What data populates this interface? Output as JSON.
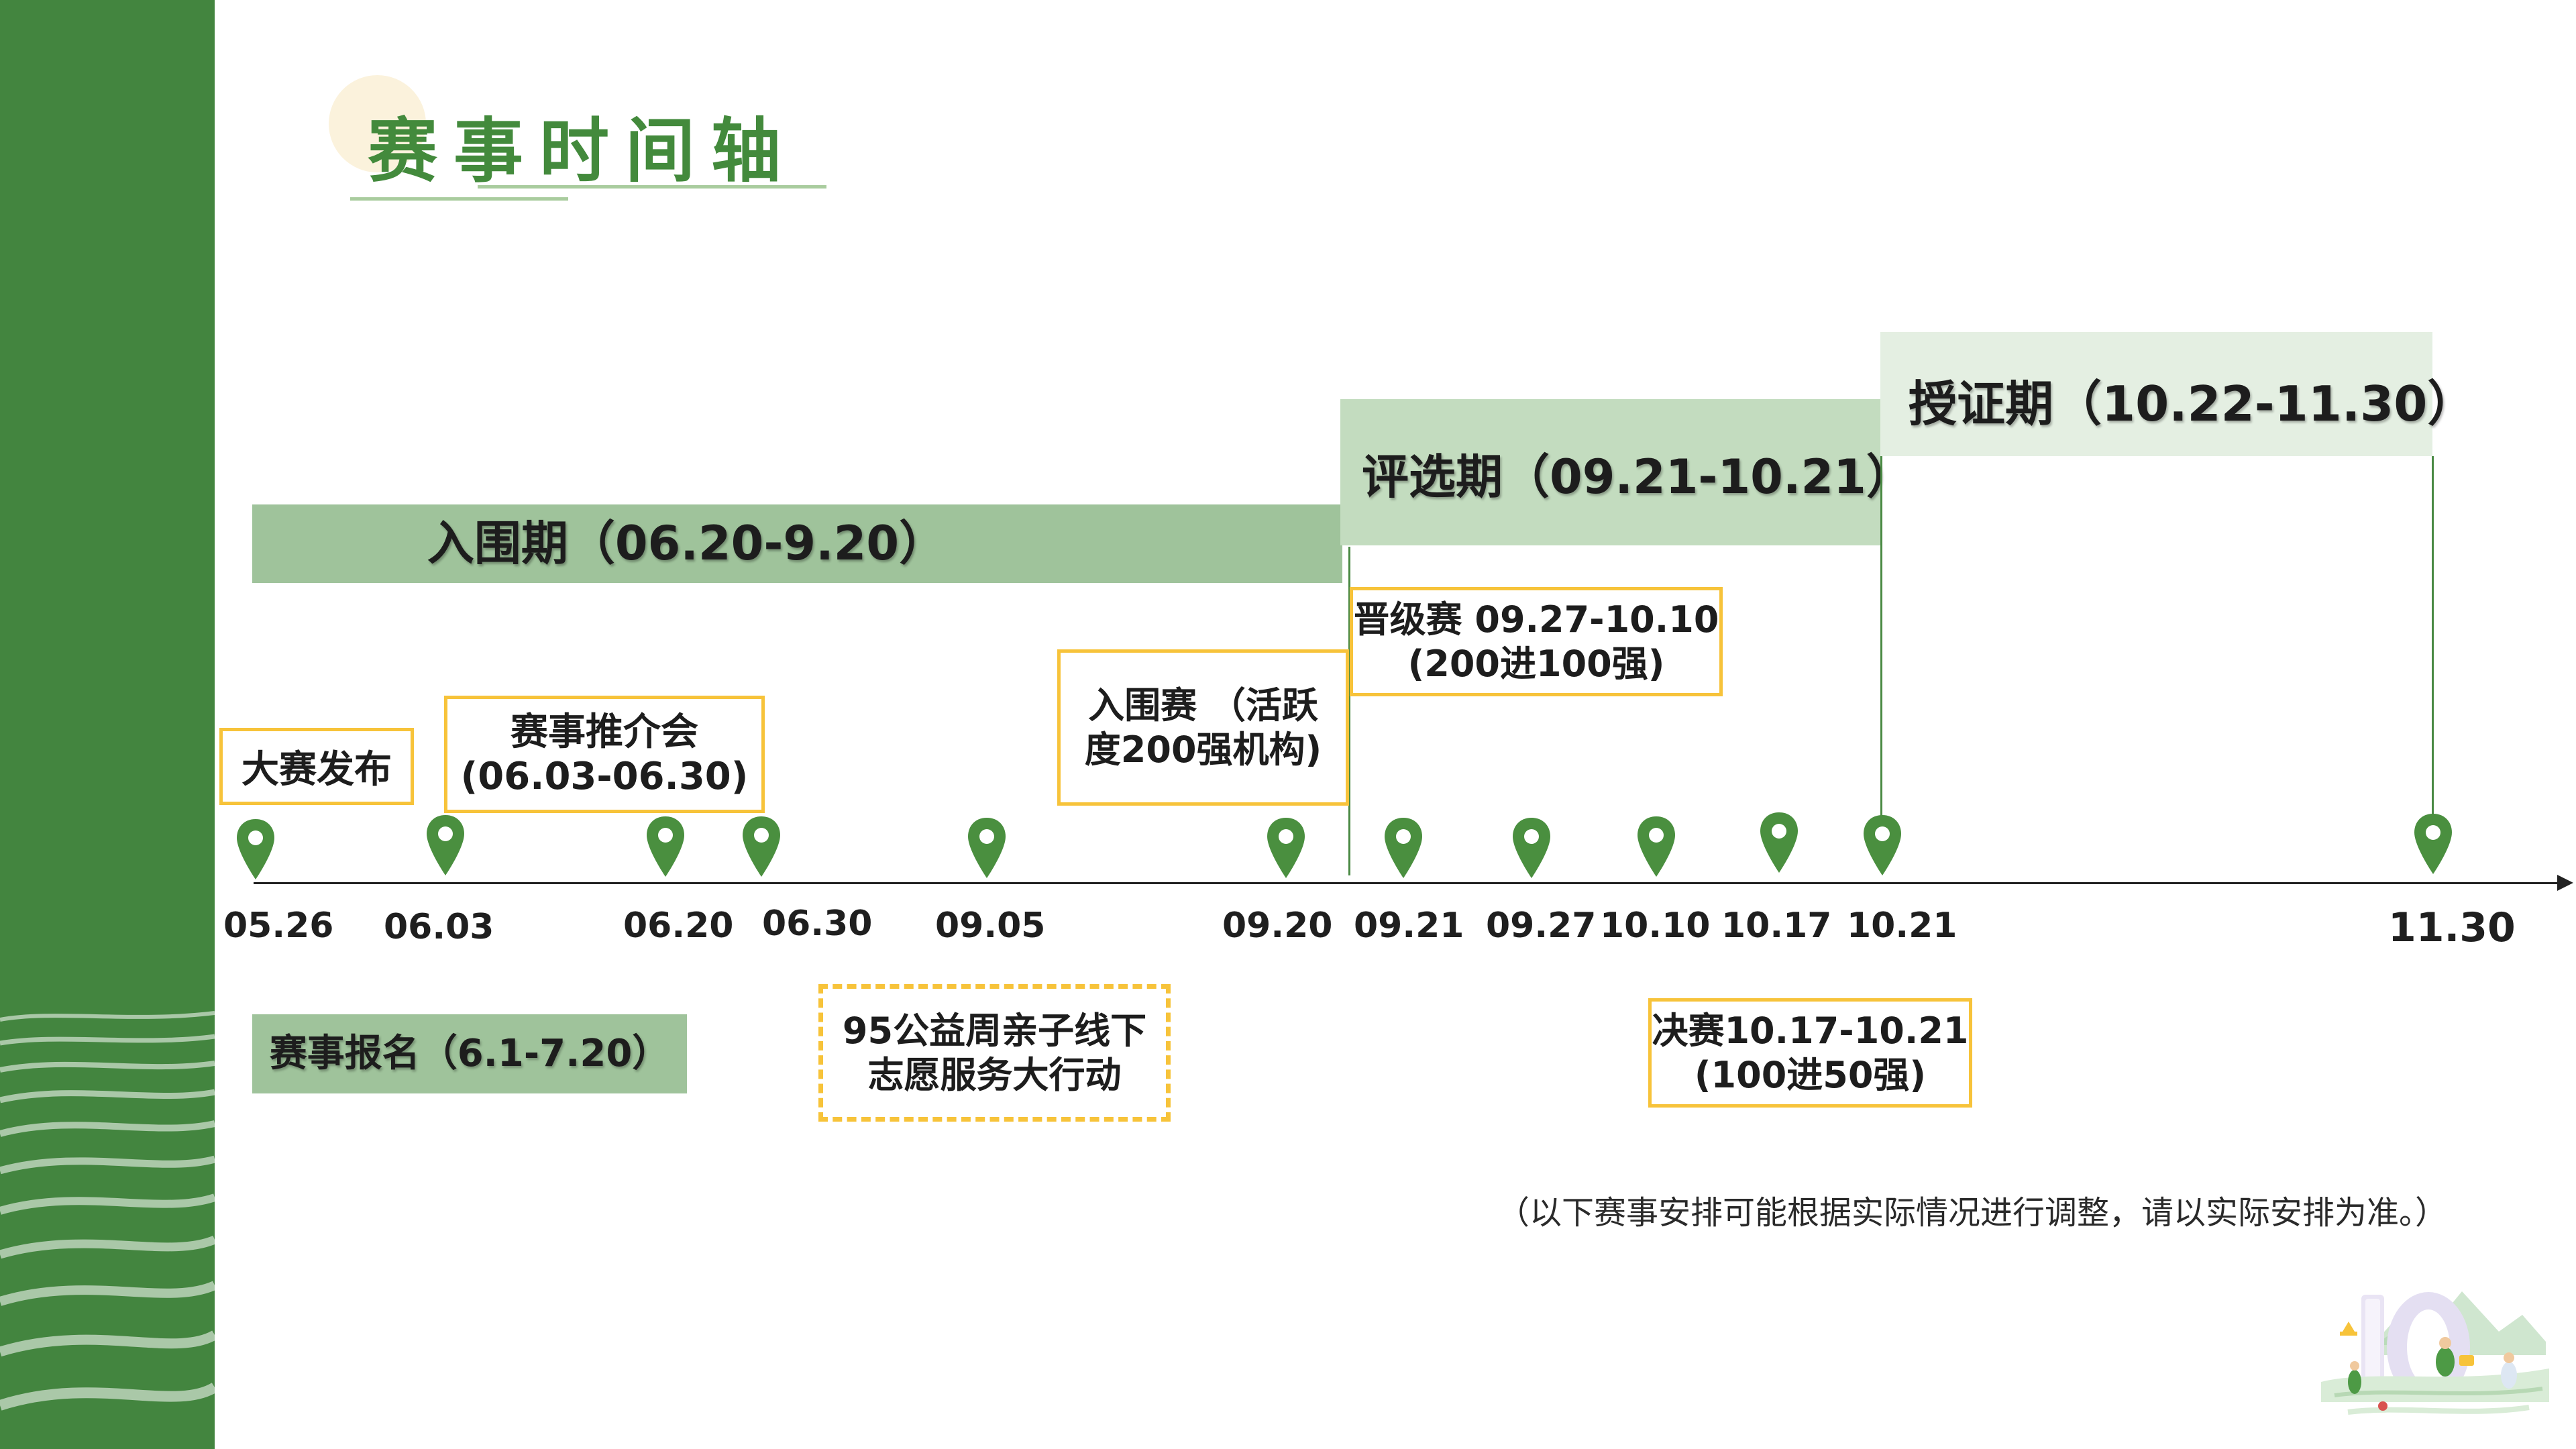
{
  "title": "赛事时间轴",
  "colors": {
    "brand_green": "#43853f",
    "title_green": "#438a3c",
    "phase_dark": "#9fc39b",
    "phase_mid": "#c3dcbf",
    "phase_light": "#e4efe2",
    "box_border": "#f7c33a",
    "pin_green": "#4a8f3f"
  },
  "phases": {
    "shortlist": "入围期（06.20-9.20）",
    "selection": "评选期（09.21-10.21）",
    "certification": "授证期（10.22-11.30）"
  },
  "dates": [
    "05.26",
    "06.03",
    "06.20",
    "06.30",
    "09.05",
    "09.20",
    "09.21",
    "09.27",
    "10.10",
    "10.17",
    "10.21",
    "11.30"
  ],
  "events": {
    "launch": "大赛发布",
    "promo_title": "赛事推介会",
    "promo_range": "(06.03-06.30)",
    "entry_l1": "入围赛 （活跃",
    "entry_l2": "度200强机构)",
    "promotion_l1": "晋级赛 09.27-10.10",
    "promotion_l2": "(200进100强)",
    "charity_l1": "95公益周亲子线下",
    "charity_l2": "志愿服务大行动",
    "final_l1": "决赛10.17-10.21",
    "final_l2": "(100进50强)"
  },
  "registration": "赛事报名（6.1-7.20）",
  "note": "（以下赛事安排可能根据实际情况进行调整，请以实际安排为准。）"
}
